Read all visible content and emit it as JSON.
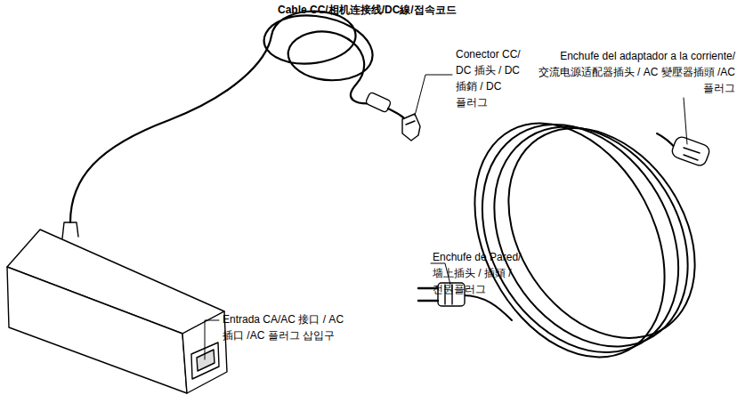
{
  "diagram": {
    "labels": [
      "Cable CC/相机连接线/DC線/접속코드",
      "Conector CC/ DC 插头 / DC 插銷 / DC 플러그",
      "Enchufe del adaptador a la corriente/ 交流电源适配器插头 / AC 變壓器插頭 /AC 플러그",
      "Enchufe de Pared/ 墙上插头 / 插頭 / 전원플러그",
      "Entrada CA/AC 接口 / AC 插口 /AC 플러그 삽입구"
    ]
  }
}
